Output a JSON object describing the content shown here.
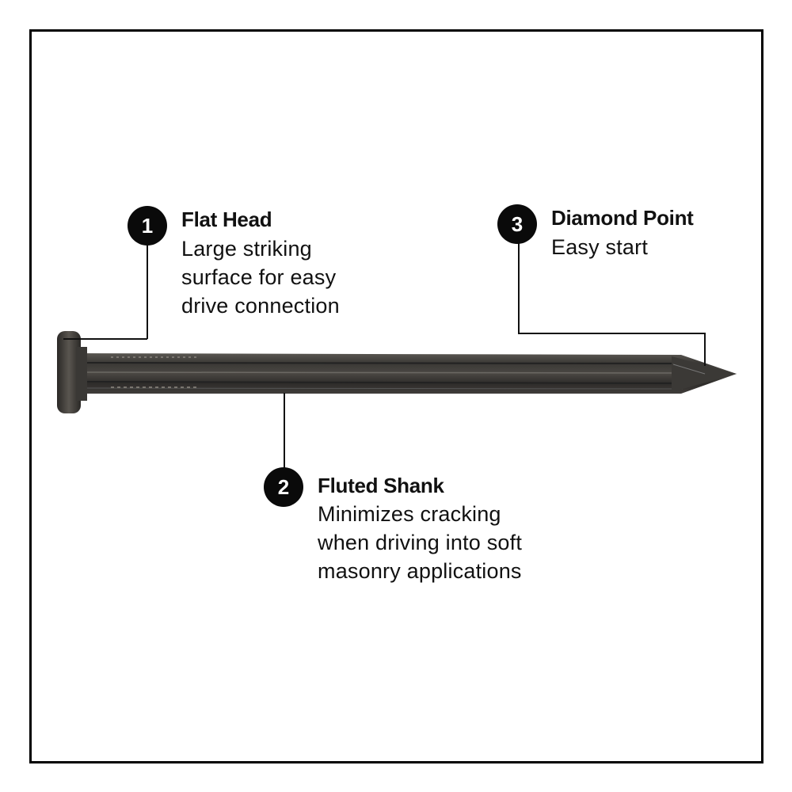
{
  "callouts": [
    {
      "number": "1",
      "title": "Flat Head",
      "description": "Large striking\nsurface for easy\ndrive connection"
    },
    {
      "number": "2",
      "title": "Fluted Shank",
      "description": "Minimizes cracking\nwhen driving into soft\nmasonry applications"
    },
    {
      "number": "3",
      "title": "Diamond Point",
      "description": "Easy start"
    }
  ],
  "colors": {
    "frame": "#000000",
    "badge": "#0a0a0a",
    "nail": "#3a3835"
  }
}
